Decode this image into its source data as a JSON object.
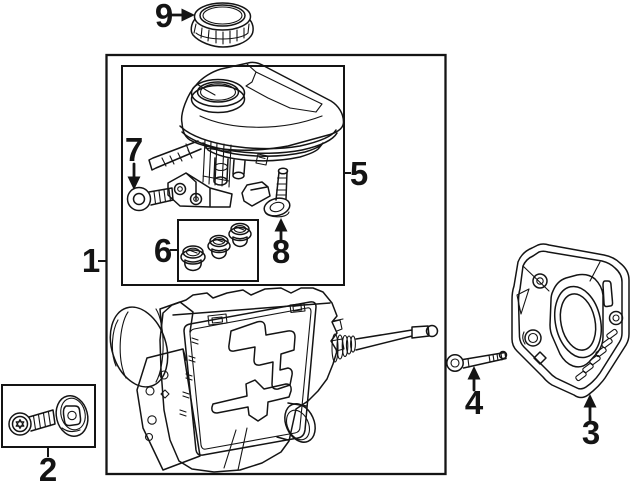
{
  "theme": {
    "background": "#ffffff",
    "ink": "#141414"
  },
  "diagram": {
    "type": "parts-exploded-diagram",
    "callouts": [
      {
        "label": "1"
      },
      {
        "label": "2"
      },
      {
        "label": "3"
      },
      {
        "label": "4"
      },
      {
        "label": "5"
      },
      {
        "label": "6"
      },
      {
        "label": "7"
      },
      {
        "label": "8"
      },
      {
        "label": "9"
      }
    ]
  }
}
